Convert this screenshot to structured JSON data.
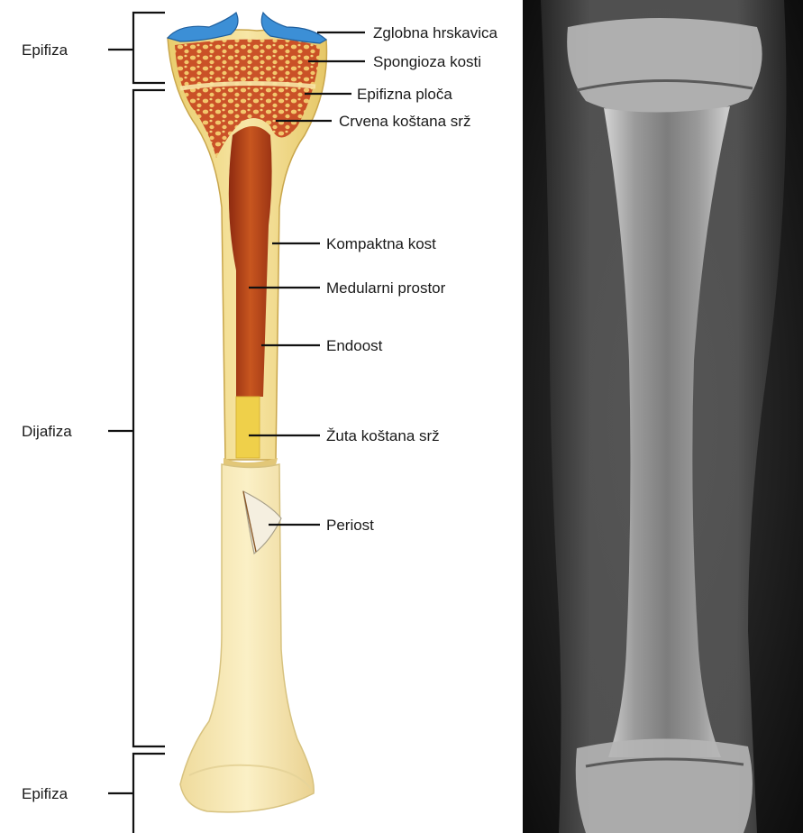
{
  "regions": {
    "proximal_epiphysis": "Epifiza",
    "diaphysis": "Dijafiza",
    "distal_epiphysis": "Epifiza"
  },
  "structures": [
    {
      "id": "articular-cartilage",
      "label": "Zglobna hrskavica"
    },
    {
      "id": "spongy-bone",
      "label": "Spongioza kosti"
    },
    {
      "id": "epiphyseal-plate",
      "label": "Epifizna ploča"
    },
    {
      "id": "red-marrow",
      "label": "Crvena koštana srž"
    },
    {
      "id": "compact-bone",
      "label": "Kompaktna kost"
    },
    {
      "id": "medullary-cavity",
      "label": "Medularni prostor"
    },
    {
      "id": "endosteum",
      "label": "Endoost"
    },
    {
      "id": "yellow-marrow",
      "label": "Žuta koštana srž"
    },
    {
      "id": "periosteum",
      "label": "Periost"
    }
  ],
  "colors": {
    "bone": "#f3dc8a",
    "bone_light": "#f7e6a8",
    "cartilage": "#3c8fd6",
    "red_marrow": "#b23a1a",
    "yellow_marrow": "#efd04a",
    "periosteum": "#f5efe0",
    "xray_bg": "#1c1c1c"
  }
}
